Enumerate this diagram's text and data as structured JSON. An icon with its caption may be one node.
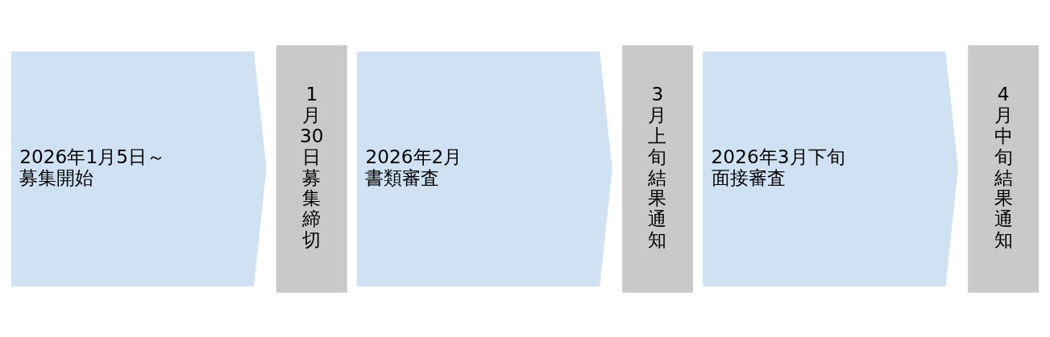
{
  "diagram": {
    "nodes": [
      {
        "text": [
          "2026年1月5日～",
          "募集開始"
        ]
      },
      {
        "text": [
          "1月30日募集締切"
        ]
      },
      {
        "text": [
          "2026年2月",
          "書類審査"
        ]
      },
      {
        "text": [
          "3月上旬結果通知"
        ]
      },
      {
        "text": [
          "2026年3月下旬",
          "面接審査"
        ]
      },
      {
        "text": [
          "4月中旬結果通知"
        ]
      }
    ],
    "edges": []
  }
}
